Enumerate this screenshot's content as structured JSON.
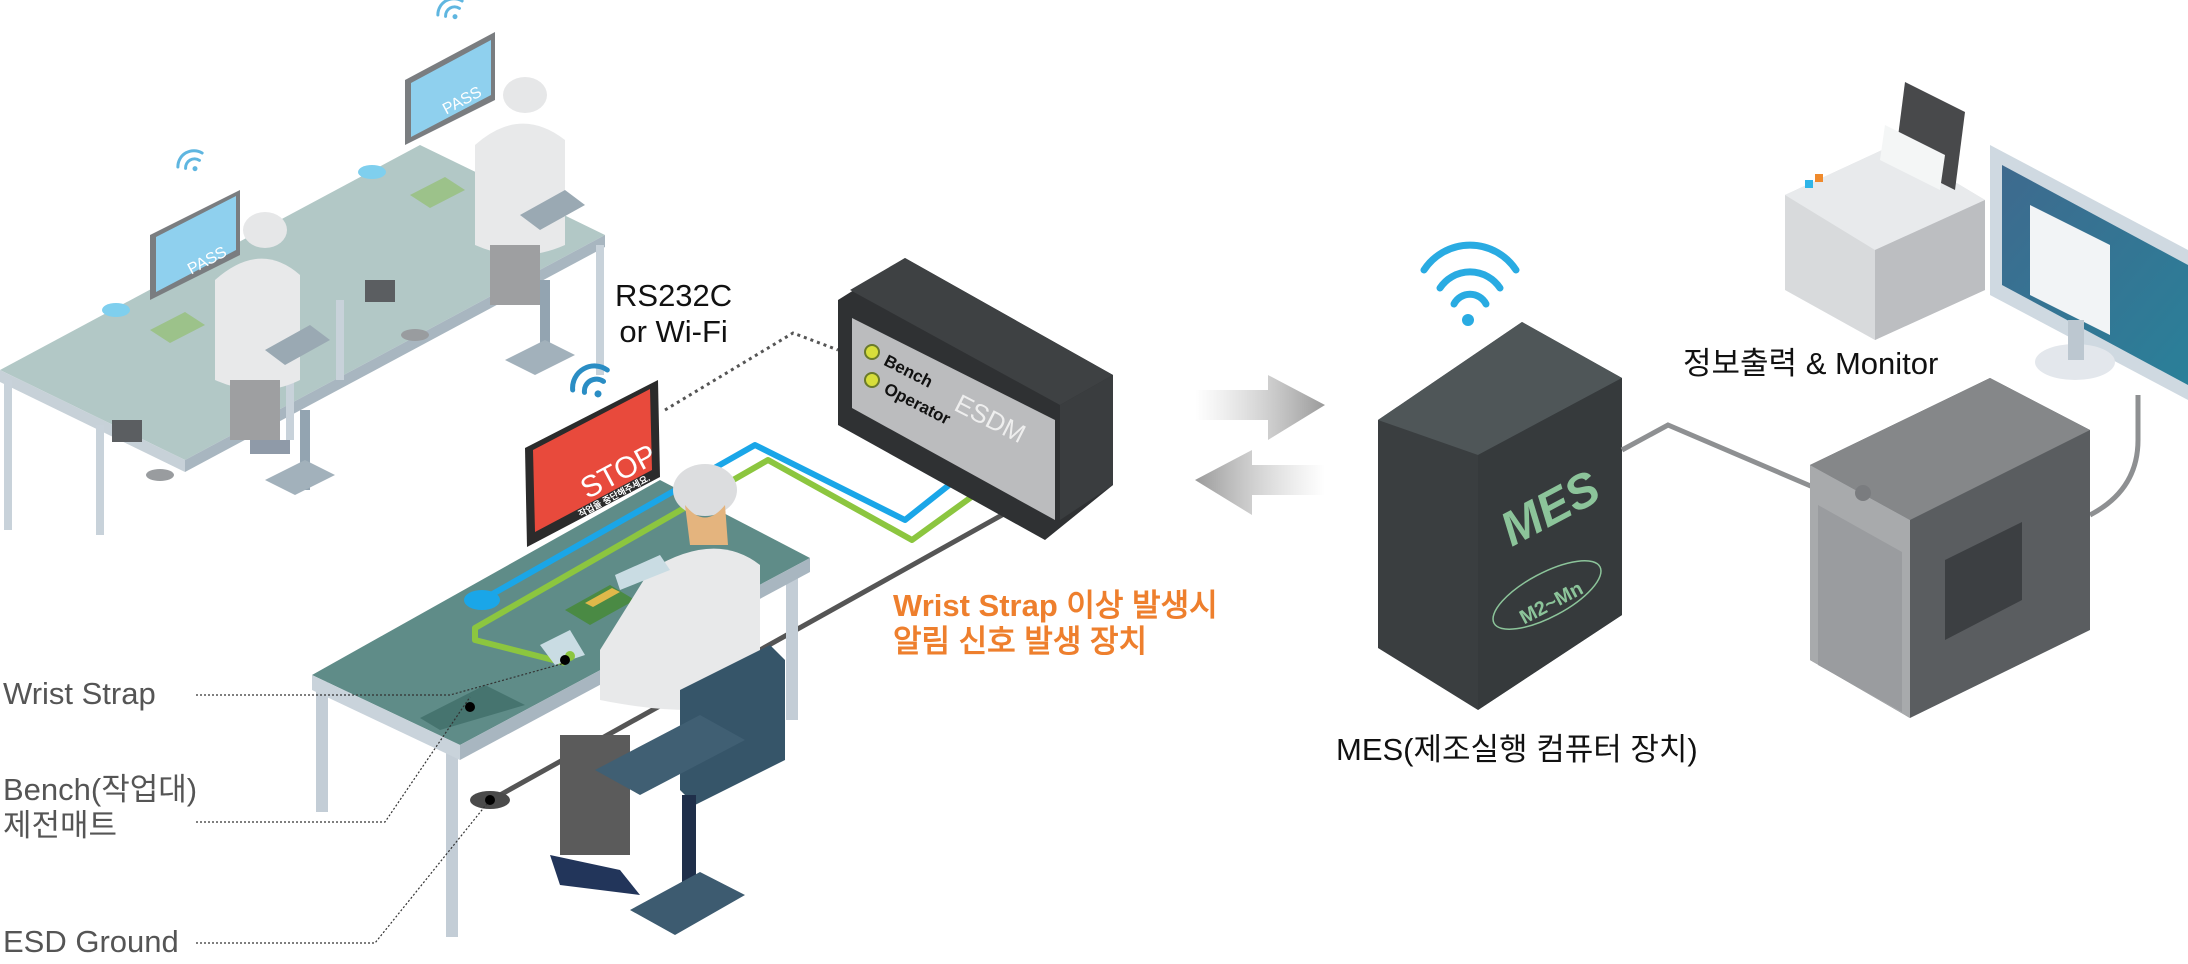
{
  "diagram": {
    "title": "ESDM Wrist Strap monitoring system linked to MES",
    "workstations": [
      {
        "id": "bench-1",
        "screen_text": "PASS",
        "screen_color": "#8fd0ee",
        "state": "normal"
      },
      {
        "id": "bench-2",
        "screen_text": "PASS",
        "screen_color": "#8fd0ee",
        "state": "normal"
      },
      {
        "id": "bench-3",
        "screen_text": "STOP",
        "screen_subtext": "작업을 중단해주세요.",
        "screen_color": "#e84a3c",
        "state": "alarm"
      }
    ],
    "connection_label": [
      "RS232C",
      "or Wi-Fi"
    ],
    "esdm": {
      "name": "ESDM",
      "indicators": [
        {
          "label": "Bench",
          "color": "#d7de3a"
        },
        {
          "label": "Operator",
          "color": "#d7de3a"
        }
      ],
      "cable_colors": {
        "bench": "#1aa6e8",
        "operator": "#8cc63f",
        "ground": "#5a5a5a"
      }
    },
    "alert_caption": [
      "Wrist Strap 이상 발생시",
      "알림 신호 발생 장치"
    ],
    "callouts": [
      {
        "label": "Wrist Strap"
      },
      {
        "label": "Bench(작업대)",
        "label2": "제전매트"
      },
      {
        "label": "ESD Ground"
      }
    ],
    "mes": {
      "name": "MES",
      "range": "M2~Mn",
      "caption": "MES(제조실행 컴퓨터 장치)"
    },
    "output": {
      "caption": "정보출력 & Monitor",
      "devices": [
        "printer-icon",
        "monitor-icon",
        "pc-tower-icon"
      ]
    },
    "icons": {
      "wifi": "wifi-icon",
      "arrows": "bidirectional-arrows-icon"
    },
    "colors": {
      "accent_orange": "#ee7f2d",
      "wifi_blue": "#29abe2",
      "mes_green": "#8cc49a",
      "device_dark": "#3a3e40",
      "mat_green": "#5f8c88"
    }
  }
}
